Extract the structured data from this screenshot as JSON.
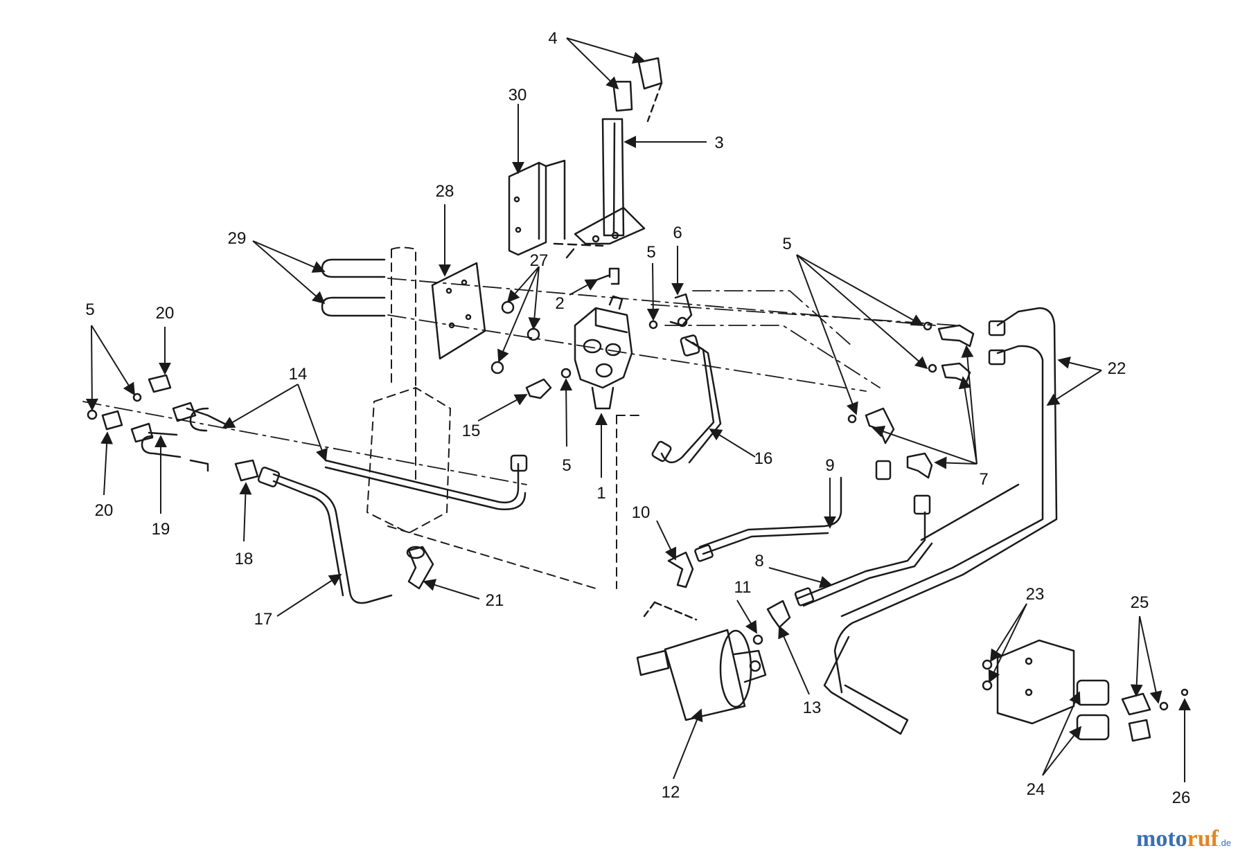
{
  "diagram": {
    "callouts": [
      {
        "id": "c30",
        "text": "30"
      },
      {
        "id": "c4",
        "text": "4"
      },
      {
        "id": "c3",
        "text": "3"
      },
      {
        "id": "c28",
        "text": "28"
      },
      {
        "id": "c29",
        "text": "29"
      },
      {
        "id": "c27",
        "text": "27"
      },
      {
        "id": "c2",
        "text": "2"
      },
      {
        "id": "c5a",
        "text": "5"
      },
      {
        "id": "c6",
        "text": "6"
      },
      {
        "id": "c5b",
        "text": "5"
      },
      {
        "id": "c5c",
        "text": "5"
      },
      {
        "id": "c20a",
        "text": "20"
      },
      {
        "id": "c14",
        "text": "14"
      },
      {
        "id": "c15",
        "text": "15"
      },
      {
        "id": "c5d",
        "text": "5"
      },
      {
        "id": "c1",
        "text": "1"
      },
      {
        "id": "c16",
        "text": "16"
      },
      {
        "id": "c20b",
        "text": "20"
      },
      {
        "id": "c19",
        "text": "19"
      },
      {
        "id": "c18",
        "text": "18"
      },
      {
        "id": "c9",
        "text": "9"
      },
      {
        "id": "c7",
        "text": "7"
      },
      {
        "id": "c22",
        "text": "22"
      },
      {
        "id": "c10",
        "text": "10"
      },
      {
        "id": "c8",
        "text": "8"
      },
      {
        "id": "c11",
        "text": "11"
      },
      {
        "id": "c21",
        "text": "21"
      },
      {
        "id": "c17",
        "text": "17"
      },
      {
        "id": "c13",
        "text": "13"
      },
      {
        "id": "c23",
        "text": "23"
      },
      {
        "id": "c25",
        "text": "25"
      },
      {
        "id": "c12",
        "text": "12"
      },
      {
        "id": "c24",
        "text": "24"
      },
      {
        "id": "c26",
        "text": "26"
      }
    ]
  },
  "watermark": {
    "part1": "moto",
    "part2": "ruf",
    "suffix": ".de"
  },
  "colors": {
    "line": "#1a1a1a",
    "watermark_blue": "#3a6fb0",
    "watermark_orange": "#e2861f"
  }
}
